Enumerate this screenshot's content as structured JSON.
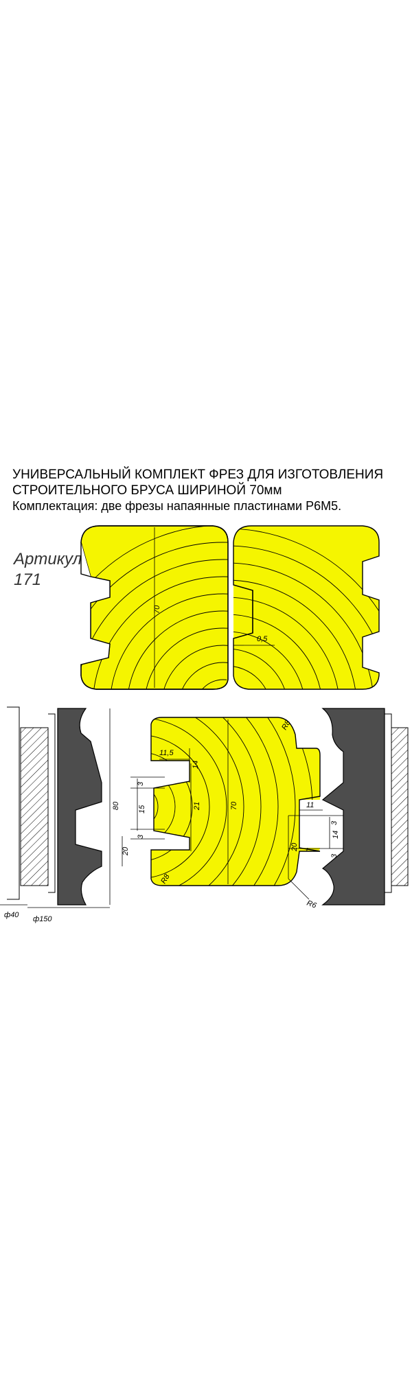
{
  "header": {
    "line1": "УНИВЕРСАЛЬНЫЙ КОМПЛЕКТ ФРЕЗ ДЛЯ ИЗГОТОВЛЕНИЯ",
    "line2": "СТРОИТЕЛЬНОГО БРУСА ШИРИНОЙ 70мм",
    "line3": "Комплектация: две фрезы напаянные пластинами Р6М5."
  },
  "article": {
    "line1": "Артикул -",
    "line2": "171"
  },
  "dims": {
    "top_height": "70",
    "top_gap": "0,5",
    "left_dia_bore": "ф40",
    "left_dia_outer": "ф150",
    "left_height": "80",
    "left_step": "20",
    "mid_11_5": "11,5",
    "mid_14": "14",
    "mid_3a": "3",
    "mid_15": "15",
    "mid_3b": "3",
    "mid_21": "21",
    "mid_70": "70",
    "mid_20": "20",
    "mid_r8a": "R8",
    "mid_r8b": "R8",
    "right_11": "11",
    "right_3a": "3",
    "right_14": "14",
    "right_20": "20",
    "right_3b": "3",
    "right_r6": "R6"
  },
  "colors": {
    "profile_fill": "#f5f500",
    "cutter_fill": "#4d4d4d",
    "outline": "#000000"
  }
}
